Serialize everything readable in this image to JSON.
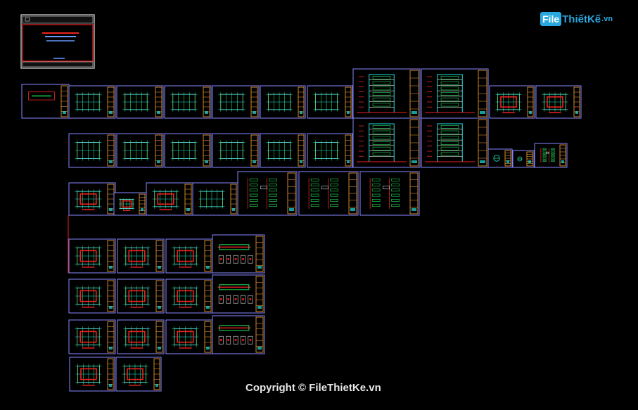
{
  "watermark": {
    "brand_box": "File",
    "brand_rest": "ThiếtKế",
    "brand_tld": ".vn"
  },
  "footer": {
    "copyright": "Copyright © FileThietKe.vn"
  },
  "colors": {
    "background": "#000000",
    "frame": "#8888ff",
    "titleblock": "#ffaa33",
    "cad_green": "#22dd55",
    "cad_cyan": "#22dddd",
    "cad_red": "#ee2222",
    "cad_white": "#dddddd",
    "logo_blue": "#29a8e0"
  }
}
